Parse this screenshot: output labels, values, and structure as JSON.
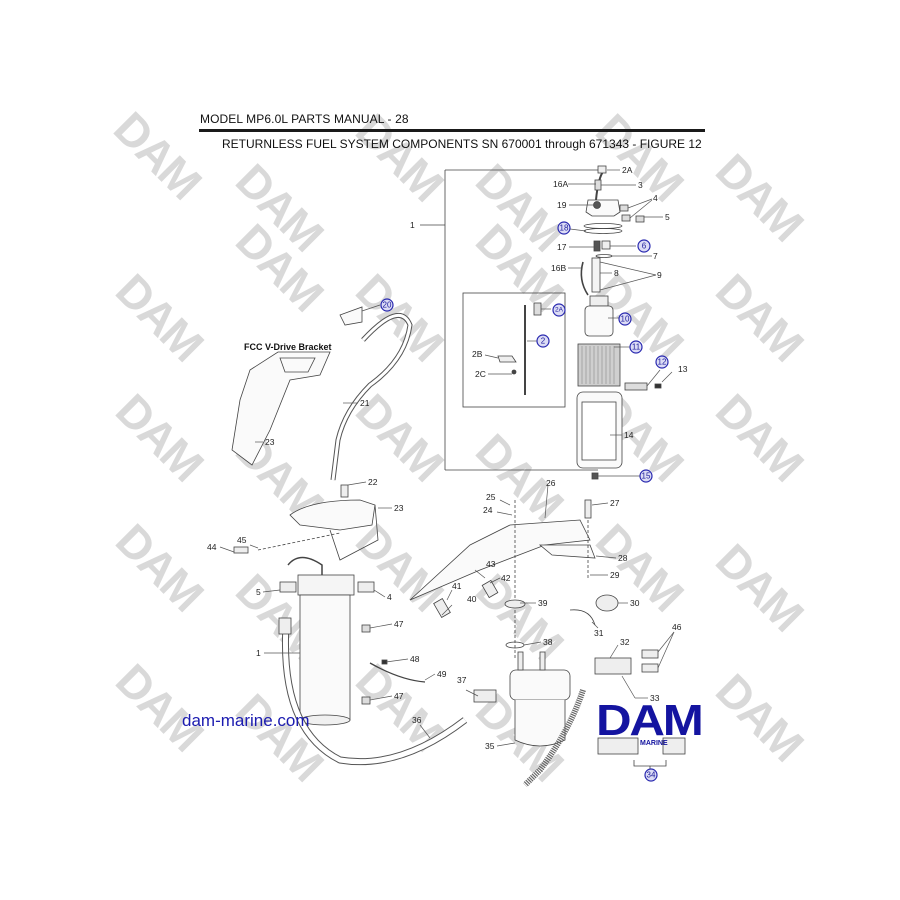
{
  "header": {
    "title": "MODEL MP6.0L PARTS MANUAL - 28",
    "figure_title": "RETURNLESS FUEL SYSTEM COMPONENTS SN 670001 through 671343 - FIGURE 12"
  },
  "diagram": {
    "inset_label": "FCC V-Drive Bracket",
    "watermark_text": "DAM",
    "plain_labels": {
      "l1_top": "1",
      "l2A_top": "2A",
      "l16A": "16A",
      "l3": "3",
      "l4_top": "4",
      "l19": "19",
      "l5_top": "5",
      "l17": "17",
      "l7": "7",
      "l16B": "16B",
      "l8": "8",
      "l9": "9",
      "l2B": "2B",
      "l2C": "2C",
      "l13": "13",
      "l14": "14",
      "l21": "21",
      "l23_top": "23",
      "l22": "22",
      "l23_mid": "23",
      "l45": "45",
      "l44": "44",
      "l5_mid": "5",
      "l4_mid": "4",
      "l1_mid": "1",
      "l47_a": "47",
      "l48": "48",
      "l49": "49",
      "l47_b": "47",
      "l36": "36",
      "l37": "37",
      "l35": "35",
      "l25": "25",
      "l24": "24",
      "l26": "26",
      "l27": "27",
      "l28": "28",
      "l29": "29",
      "l43": "43",
      "l42": "42",
      "l41": "41",
      "l40": "40",
      "l39": "39",
      "l38": "38",
      "l30": "30",
      "l31": "31",
      "l32": "32",
      "l46": "46",
      "l33": "33"
    },
    "callouts": {
      "c18": "18",
      "c6": "6",
      "c2A": "2A",
      "c2": "2",
      "c10": "10",
      "c11": "11",
      "c12": "12",
      "c15": "15",
      "c20": "20",
      "c34": "34"
    }
  },
  "footer": {
    "site_link": "dam-marine.com",
    "logo_text": "DAM",
    "logo_sub": "MARINE"
  },
  "colors": {
    "callout_blue": "#2a2ab0",
    "brand_blue": "#1414a0",
    "watermark_grey": "#d9d9d9"
  }
}
